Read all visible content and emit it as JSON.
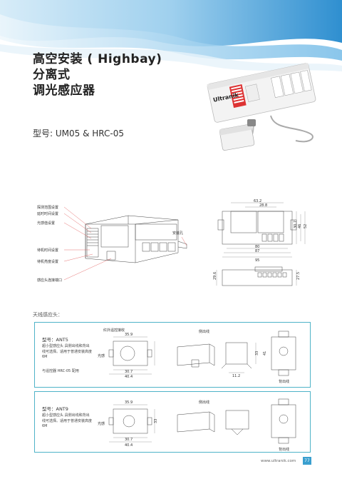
{
  "title": {
    "line1": "高空安装 ( Highbay)",
    "line2": "分离式",
    "line3": "调光感应器"
  },
  "model": "型号: UM05 & HRC-05",
  "brand": "Ultranik",
  "drawing_labels": {
    "l1": "探测范围设置",
    "l2": "延时时间设置",
    "l3": "光感值设置",
    "l4": "待机时间设置",
    "l5": "待机亮度设置",
    "l6": "感应头连接端口",
    "l7": "安装孔"
  },
  "dims": {
    "d1": "63.2",
    "d2": "28.8",
    "d3": "80",
    "d4": "87",
    "d5": "95",
    "d6": "30.7",
    "d7": "46",
    "d8": "52",
    "d9": "29.6",
    "d10": "27.5"
  },
  "section_title": "天线感应头：",
  "ant1": {
    "model": "型号：ANT5",
    "desc": "超小型感应头 具侧出线和背出线可选择。适用于普通安装高度 6M",
    "note": "与遥控器 HRC-05 配用",
    "label_top": "红外遥控接收",
    "label_side": "侧出线",
    "label_back": "背出线",
    "label_light": "光感",
    "dim_a": "35.9",
    "dim_b": "30.7",
    "dim_c": "40.4",
    "dim_d": "11.2",
    "dim_e": "33",
    "dim_f": "41"
  },
  "ant2": {
    "model": "型号：ANT9",
    "desc": "超小型感应头 具侧出线和背出线可选择。适用于普通安装高度 6M",
    "label_side": "侧出线",
    "label_back": "背出线",
    "label_light": "光感",
    "dim_a": "35.9",
    "dim_b": "30.7",
    "dim_c": "40.4",
    "dim_e": "33"
  },
  "footer": {
    "url": "www.ultranik.com",
    "page": "77"
  },
  "colors": {
    "accent": "#3a9fcf",
    "box_border": "#4fb3c8"
  }
}
